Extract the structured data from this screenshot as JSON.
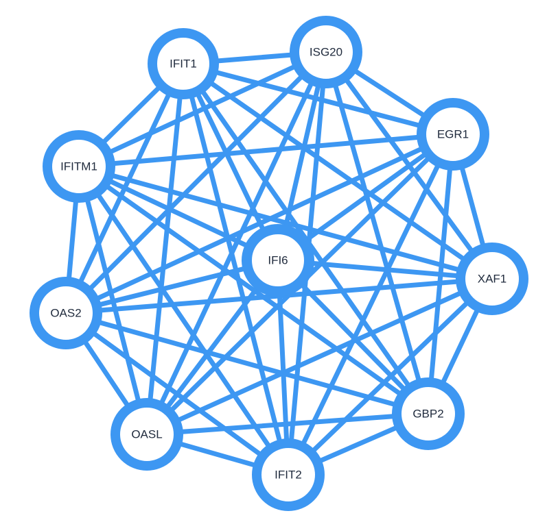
{
  "colors": {
    "edge": "#3d97f2",
    "node_border": "#3d97f2",
    "node_fill": "#ffffff",
    "label": "#1f2a3c",
    "background": "#ffffff"
  },
  "network": {
    "nodes": [
      {
        "id": "IFIT1",
        "label": "IFIT1"
      },
      {
        "id": "ISG20",
        "label": "ISG20"
      },
      {
        "id": "EGR1",
        "label": "EGR1"
      },
      {
        "id": "IFITM1",
        "label": "IFITM1"
      },
      {
        "id": "IFI6",
        "label": "IFI6"
      },
      {
        "id": "XAF1",
        "label": "XAF1"
      },
      {
        "id": "OAS2",
        "label": "OAS2"
      },
      {
        "id": "GBP2",
        "label": "GBP2"
      },
      {
        "id": "OASL",
        "label": "OASL"
      },
      {
        "id": "IFIT2",
        "label": "IFIT2"
      }
    ],
    "connectivity": "complete"
  }
}
